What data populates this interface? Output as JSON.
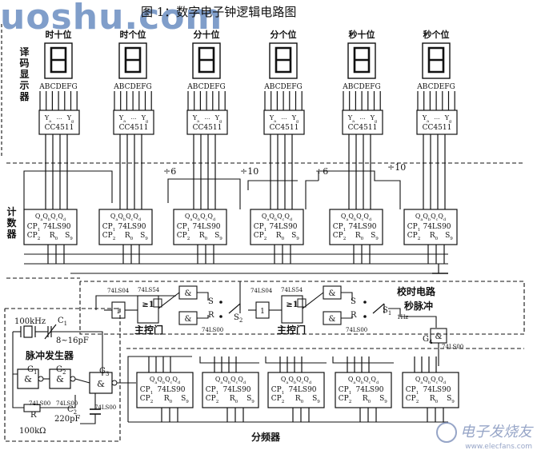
{
  "figure": {
    "title": "图 1：数字电子钟逻辑电路图",
    "watermark": "uoshu.com",
    "logo_text": "电子发烧友",
    "logo_url": "www.elecfans.com"
  },
  "sections": {
    "decoder_display": "译码显示器",
    "counter": "计数器",
    "pulse_generator": "脉冲发生器",
    "divider": "分频器",
    "calibration": "校时电路",
    "second_pulse": "秒脉冲",
    "main_gate": "主控门"
  },
  "digits": [
    {
      "label": "时十位"
    },
    {
      "label": "时个位"
    },
    {
      "label": "分十位"
    },
    {
      "label": "分个位"
    },
    {
      "label": "秒十位"
    },
    {
      "label": "秒个位"
    }
  ],
  "display_pins": "ABCDEFG",
  "decoder": {
    "chip": "CC4511",
    "out_left": "Y",
    "out_left_sub": "a",
    "out_right": "Y",
    "out_right_sub": "g",
    "dots": "…"
  },
  "counter_chip": {
    "q": "Q",
    "subs": [
      "a",
      "b",
      "c",
      "d"
    ],
    "cp1": "CP",
    "cp1_sub": "1",
    "cp2": "CP",
    "cp2_sub": "2",
    "name": "74LS90",
    "r": "R",
    "r_sub": "0",
    "s": "S",
    "s_sub": "9"
  },
  "ratios": [
    "÷6",
    "÷10",
    "÷6",
    "÷10"
  ],
  "pulse": {
    "crystal": "100kHz",
    "c1": "C",
    "c1_sub": "1",
    "c1_range": "8~16pF",
    "g1": "G",
    "g1_sub": "1",
    "g2": "G",
    "g2_sub": "2",
    "g3": "G",
    "g3_sub": "3",
    "c2": "C",
    "c2_sub": "2",
    "c2_val": "220pF",
    "r": "R",
    "r_val": "100kΩ",
    "gate_code": "74LS00"
  },
  "control": {
    "gate_ge1": "≥1",
    "gate_and": "&",
    "one": "1",
    "s_label": "S",
    "s2": "S",
    "s2_sub": "2",
    "s1": "S",
    "s1_sub": "1",
    "r_label": "R",
    "g4": "G",
    "g4_sub": "4",
    "hz": "1Hz",
    "code_a": "74LS04",
    "code_b": "74LS54",
    "code_c": "74LS00"
  }
}
